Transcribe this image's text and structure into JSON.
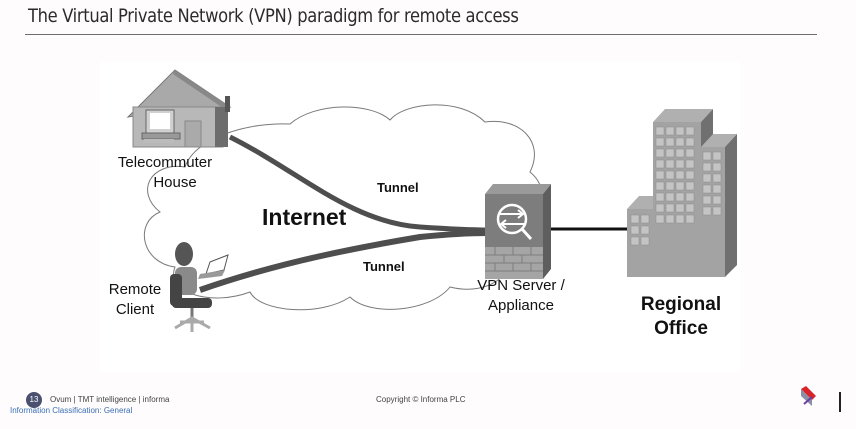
{
  "slide": {
    "title": "The Virtual Private Network (VPN) paradigm for remote access"
  },
  "diagram": {
    "cloud_label": "Internet",
    "nodes": {
      "house": {
        "line1": "Telecommuter",
        "line2": "House"
      },
      "client": {
        "line1": "Remote",
        "line2": "Client"
      },
      "vpn": {
        "line1": "VPN Server /",
        "line2": "Appliance"
      },
      "office": {
        "line1": "Regional",
        "line2": "Office"
      }
    },
    "tunnels": [
      {
        "label": "Tunnel",
        "from": "Telecommuter House",
        "to": "VPN Server / Appliance"
      },
      {
        "label": "Tunnel",
        "from": "Remote Client",
        "to": "VPN Server / Appliance"
      }
    ],
    "links": [
      {
        "from": "VPN Server / Appliance",
        "to": "Regional Office"
      }
    ]
  },
  "footer": {
    "page_number": "13",
    "brand_text": "Ovum | TMT intelligence | informa",
    "classification": "Information Classification: General",
    "copyright": "Copyright © Informa PLC"
  }
}
